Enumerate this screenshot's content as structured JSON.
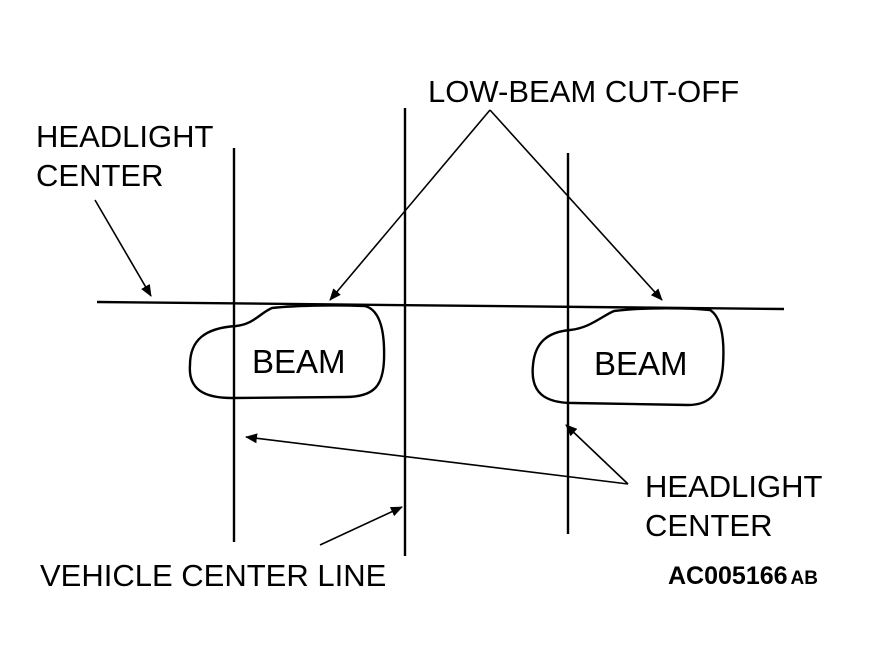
{
  "labels": {
    "low_beam_cutoff": "LOW-BEAM CUT-OFF",
    "headlight_center_left": [
      "HEADLIGHT",
      "CENTER"
    ],
    "headlight_center_right": [
      "HEADLIGHT",
      "CENTER"
    ],
    "vehicle_center_line": "VEHICLE CENTER LINE",
    "beam_left": "BEAM",
    "beam_right": "BEAM",
    "figure_code": "AC005166",
    "figure_code_suffix": "AB"
  },
  "colors": {
    "ink": "#000000",
    "background": "#ffffff"
  }
}
